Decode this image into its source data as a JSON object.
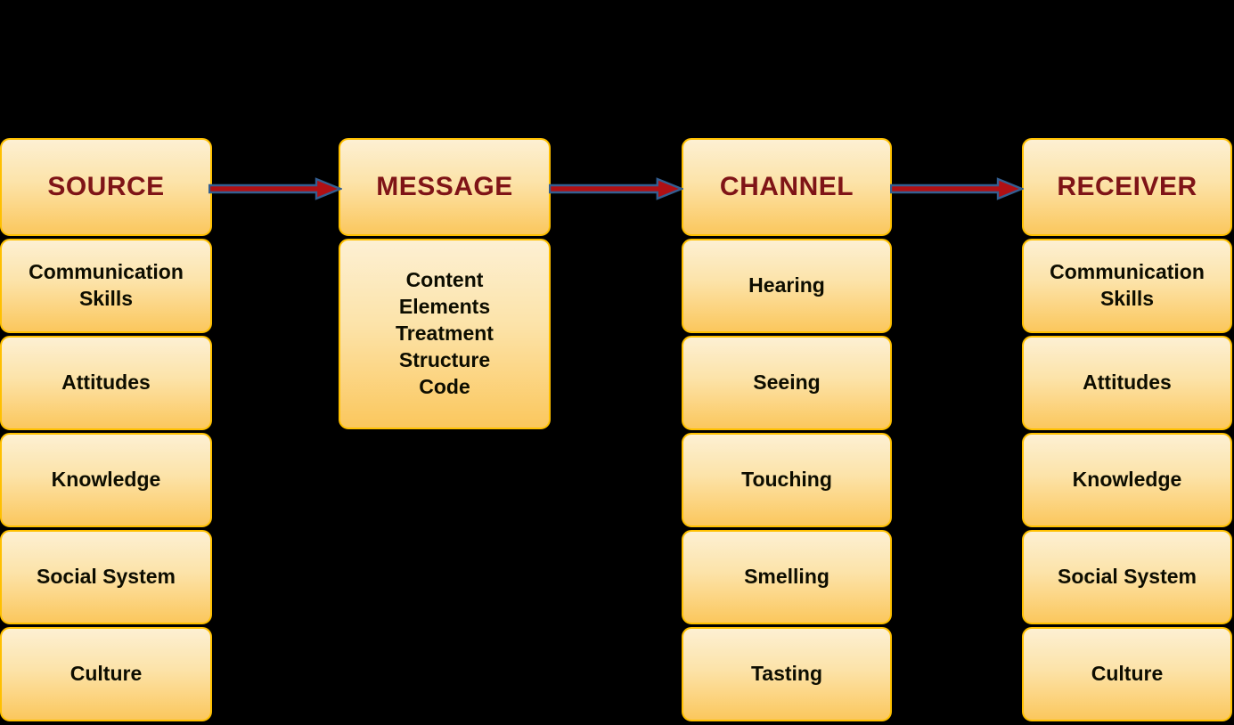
{
  "diagram": {
    "type": "flow-diagram",
    "model": "SMCR communication model",
    "background_color": "#000000",
    "box_border_color": "#FFC000",
    "box_fill_top": "#FDF0D3",
    "box_fill_bottom": "#FBC75D",
    "header_text_color": "#7F1417",
    "item_text_color": "#0D0D00",
    "arrow_fill_color": "#B01014",
    "arrow_outline_color": "#335E91",
    "columns": [
      {
        "id": "source",
        "header": "SOURCE",
        "items": [
          "Communication Skills",
          "Attitudes",
          "Knowledge",
          "Social System",
          "Culture"
        ]
      },
      {
        "id": "message",
        "header": "MESSAGE",
        "items": [
          "Content",
          "Elements",
          "Treatment",
          "Structure",
          "Code"
        ]
      },
      {
        "id": "channel",
        "header": "CHANNEL",
        "items": [
          "Hearing",
          "Seeing",
          "Touching",
          "Smelling",
          "Tasting"
        ]
      },
      {
        "id": "receiver",
        "header": "RECEIVER",
        "items": [
          "Communication Skills",
          "Attitudes",
          "Knowledge",
          "Social System",
          "Culture"
        ]
      }
    ],
    "arrows": [
      {
        "from": "SOURCE",
        "to": "MESSAGE"
      },
      {
        "from": "MESSAGE",
        "to": "CHANNEL"
      },
      {
        "from": "CHANNEL",
        "to": "RECEIVER"
      }
    ]
  }
}
